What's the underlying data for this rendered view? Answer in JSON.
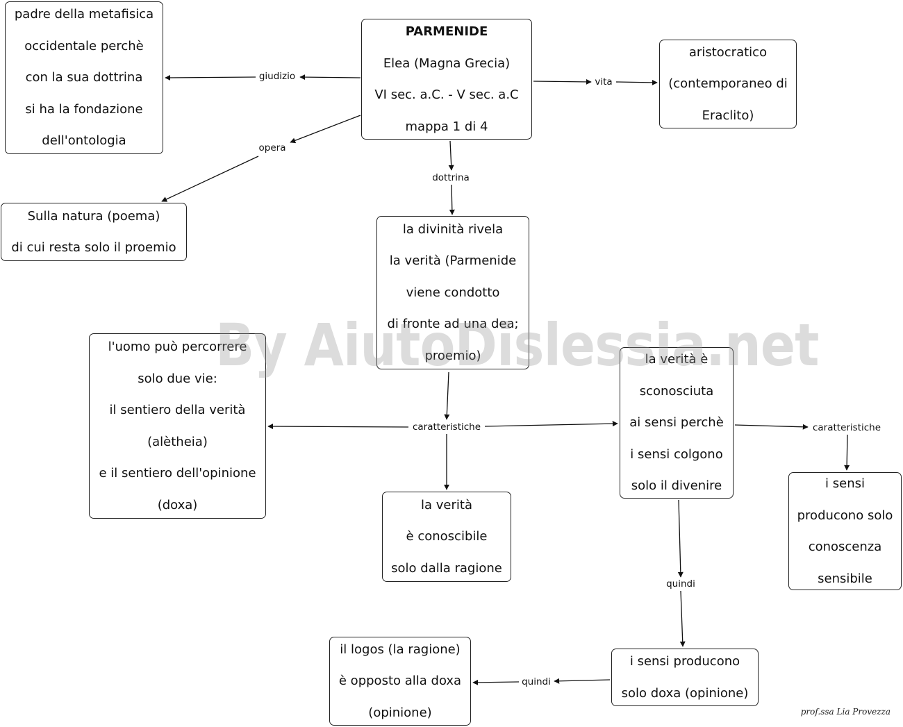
{
  "nodes": {
    "parmenide": {
      "lines": [
        "PARMENIDE",
        "Elea (Magna Grecia)",
        "VI sec. a.C. - V sec. a.C",
        "mappa 1 di 4"
      ]
    },
    "padre": {
      "lines": [
        "padre della metafisica",
        "occidentale perchè",
        "con la sua dottrina",
        "si ha la fondazione",
        "dell'ontologia"
      ]
    },
    "aristocratico": {
      "lines": [
        "aristocratico",
        "(contemporaneo di",
        "Eraclito)"
      ]
    },
    "sulla_natura": {
      "lines": [
        "Sulla natura (poema)",
        "di cui resta solo il proemio"
      ]
    },
    "divinita": {
      "lines": [
        "la divinità rivela",
        "la verità (Parmenide",
        "viene condotto",
        "di fronte ad una dea;",
        "proemio)"
      ]
    },
    "uomo": {
      "lines": [
        "l'uomo può percorrere",
        "solo due vie:",
        "il sentiero della verità",
        "(alètheia)",
        "e il sentiero dell'opinione",
        "(doxa)"
      ]
    },
    "verita_conoscibile": {
      "lines": [
        "la verità",
        "è conoscibile",
        "solo dalla ragione"
      ]
    },
    "verita_sconosciuta": {
      "lines": [
        "la verità è",
        "sconosciuta",
        "ai sensi perchè",
        "i sensi colgono",
        "solo il divenire"
      ]
    },
    "sensi_conoscenza": {
      "lines": [
        "i sensi",
        "producono solo",
        "conoscenza",
        "sensibile"
      ]
    },
    "sensi_doxa": {
      "lines": [
        "i sensi producono",
        "solo doxa (opinione)"
      ]
    },
    "logos": {
      "lines": [
        "il logos (la ragione)",
        "è opposto alla doxa",
        "(opinione)"
      ]
    }
  },
  "links": {
    "giudizio": "giudizio",
    "vita": "vita",
    "opera": "opera",
    "dottrina": "dottrina",
    "caratteristiche_center": "caratteristiche",
    "caratteristiche_right": "caratteristiche",
    "quindi_down": "quindi",
    "quindi_left": "quindi"
  },
  "watermark": "By AiutoDislessia.net",
  "signature": "prof.ssa Lia Provezza",
  "colors": {
    "line": "#111111",
    "border": "#222222",
    "watermark": "#969696"
  }
}
